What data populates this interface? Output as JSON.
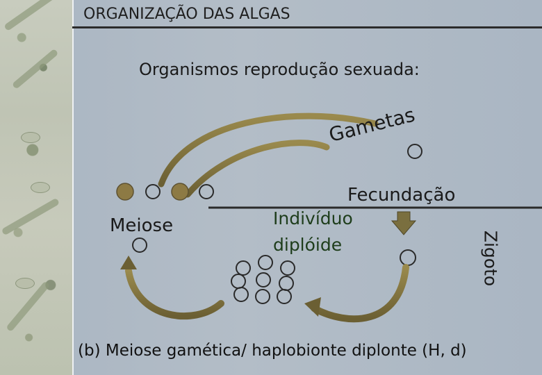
{
  "slide": {
    "title": "ORGANIZAÇÃO DAS ALGAS",
    "subtitle": "Organismos reprodução sexuada:",
    "caption": "(b) Meiose gamética/ haplobionte diplonte (H, d)"
  },
  "diagram": {
    "label_gametas": "Gametas",
    "label_fecundacao": "Fecundação",
    "label_zigoto": "Zigoto",
    "label_meiose": "Meiose",
    "label_individuo_line1": "Indivíduo",
    "label_individuo_line2": "diplóide"
  },
  "colors": {
    "background": "#b0bac4",
    "gamete_fill": "#8d7a44",
    "arrow_fill": "#7a6f3f",
    "title_rule": "#2b2b2b"
  },
  "icons": [
    "gamete-icon",
    "fecundation-arrow-icon",
    "cycle-arrow-icon"
  ]
}
